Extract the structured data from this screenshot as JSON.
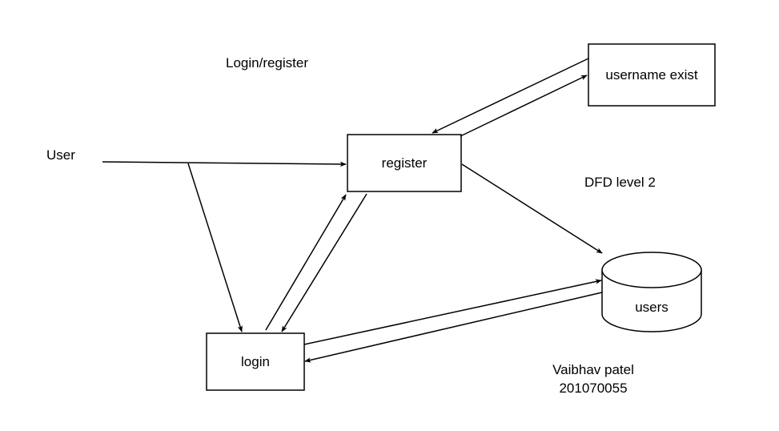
{
  "diagram": {
    "title": "Login/register",
    "level_label": "DFD level 2",
    "external_entity": "User",
    "processes": {
      "register": "register",
      "login": "login",
      "username_exist": "username exist"
    },
    "datastore": "users",
    "author": {
      "name": "Vaibhav patel",
      "id": "201070055"
    },
    "colors": {
      "stroke": "#000000",
      "fill": "#ffffff",
      "text": "#000000"
    }
  }
}
